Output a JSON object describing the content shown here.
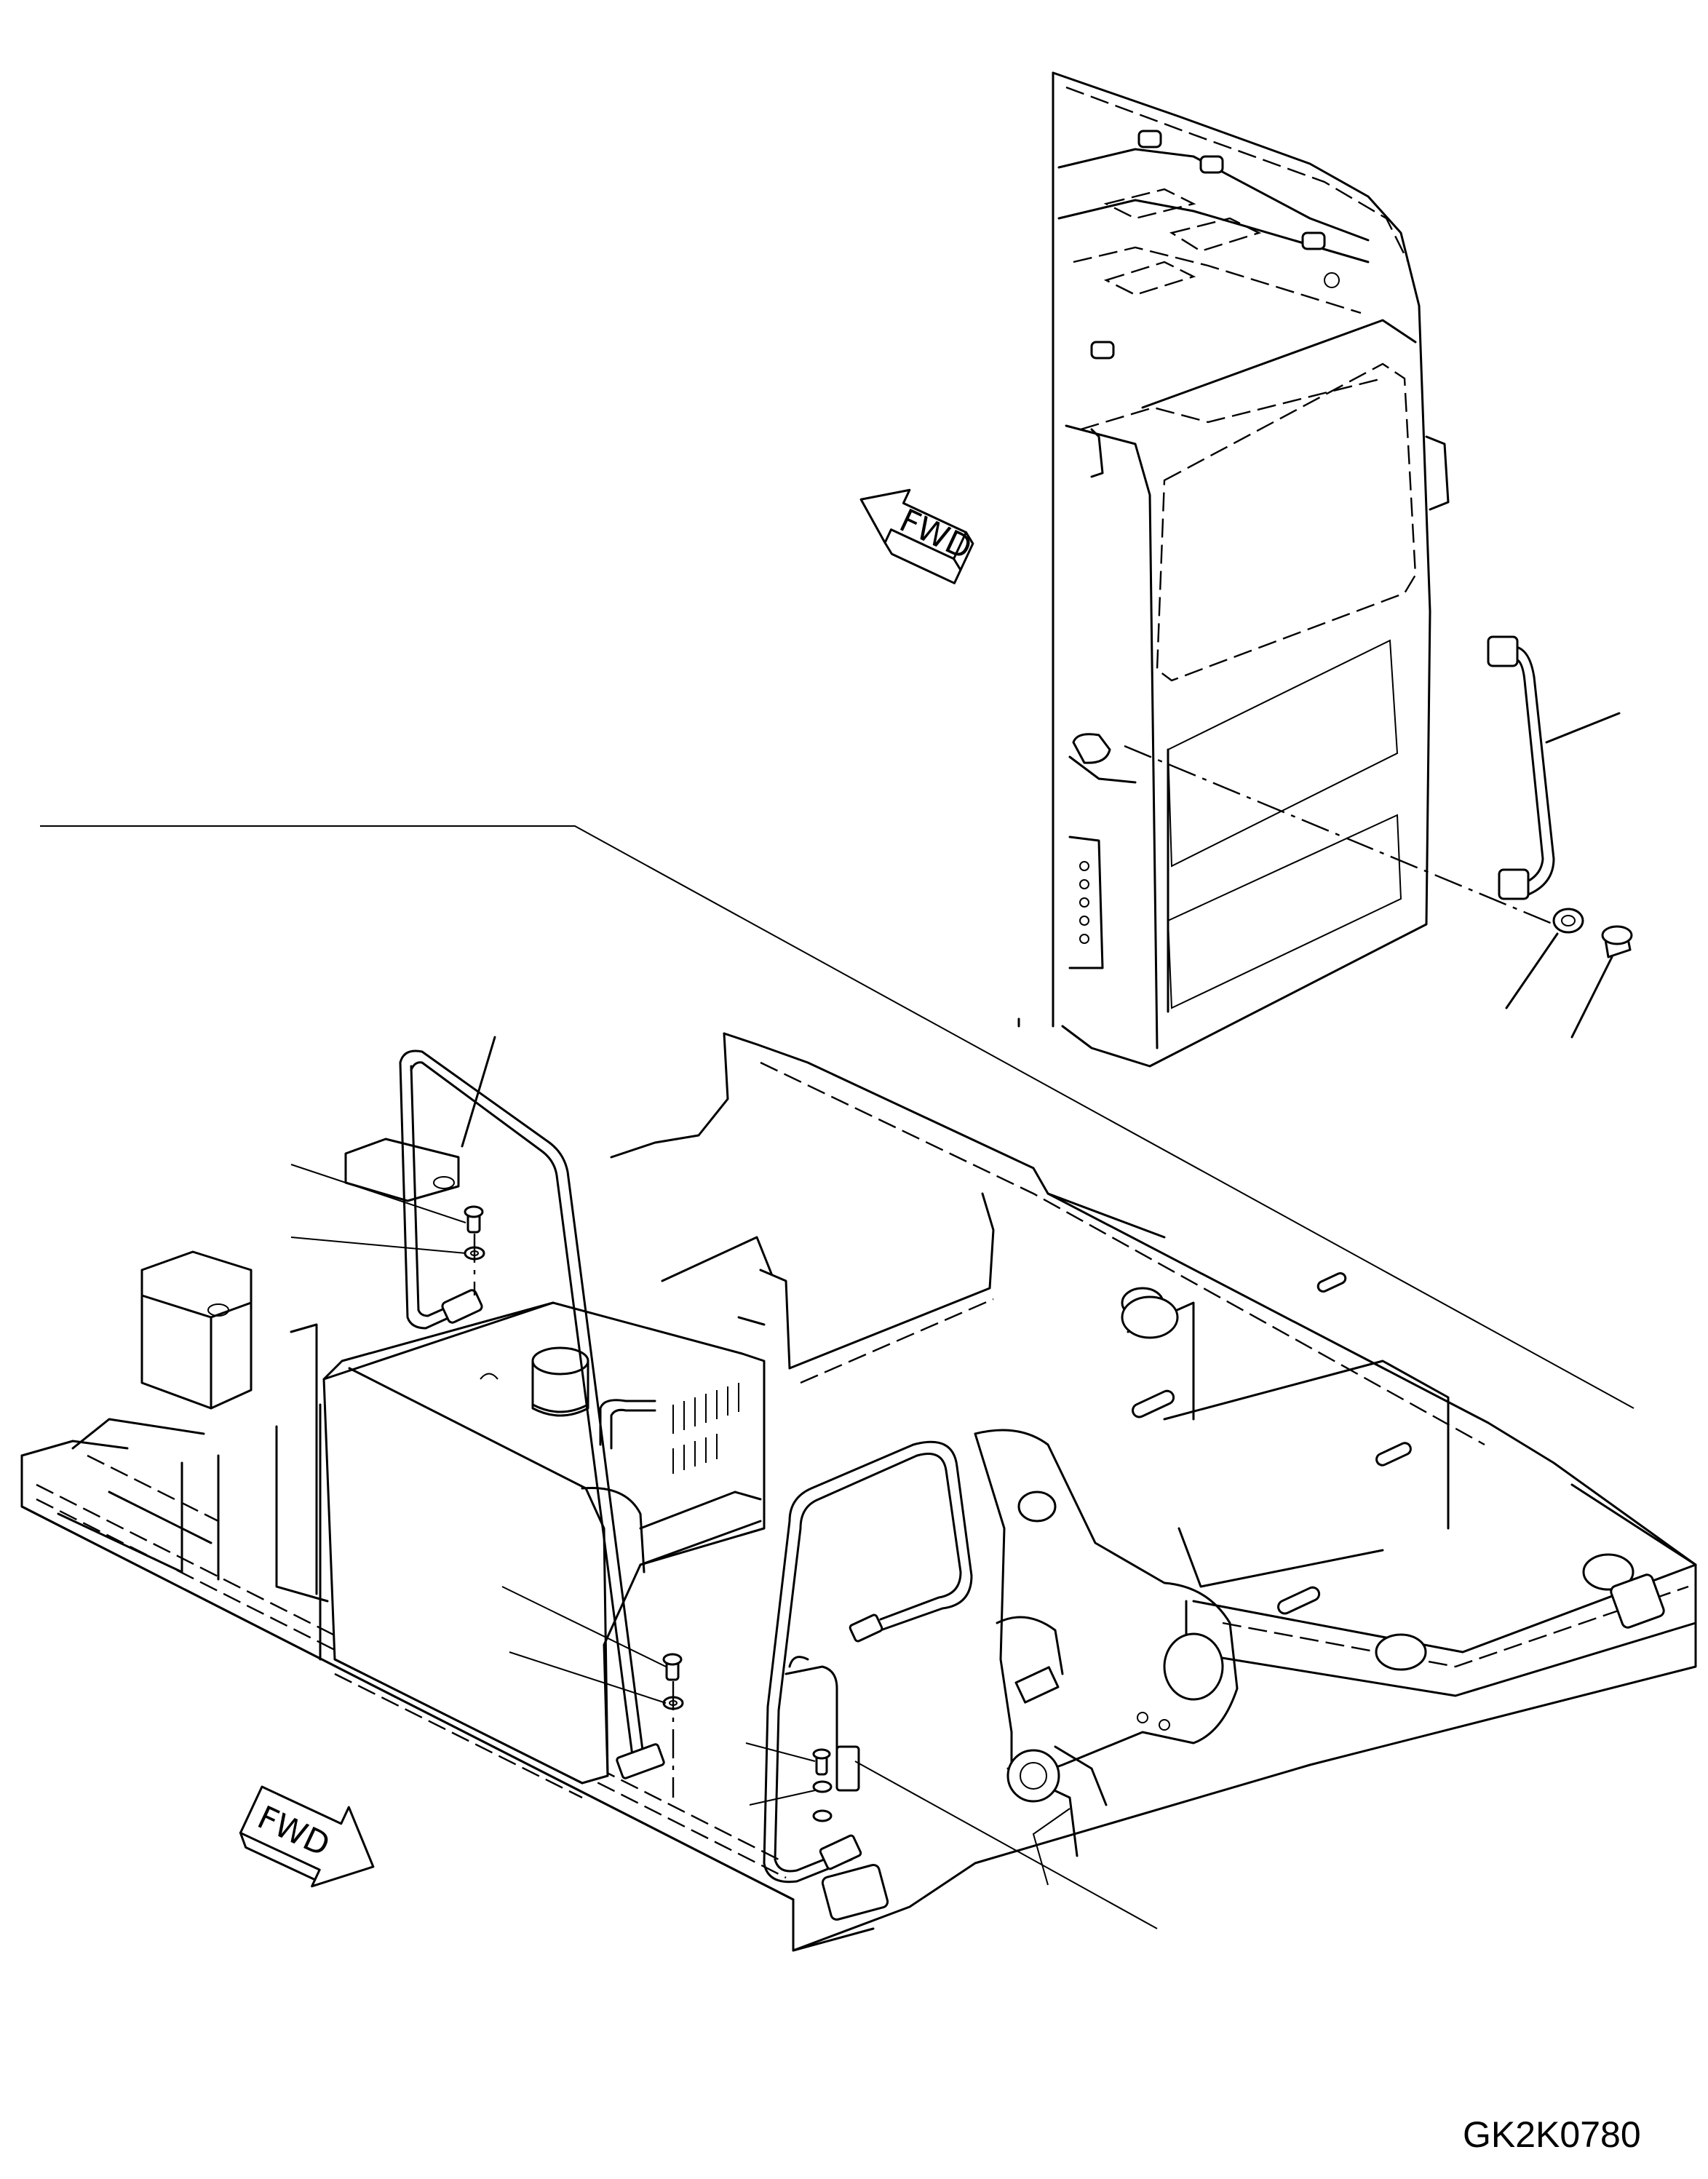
{
  "drawing": {
    "code": "GK2K0780",
    "direction_markers": [
      {
        "label": "FWD"
      },
      {
        "label": "FWD"
      }
    ]
  }
}
